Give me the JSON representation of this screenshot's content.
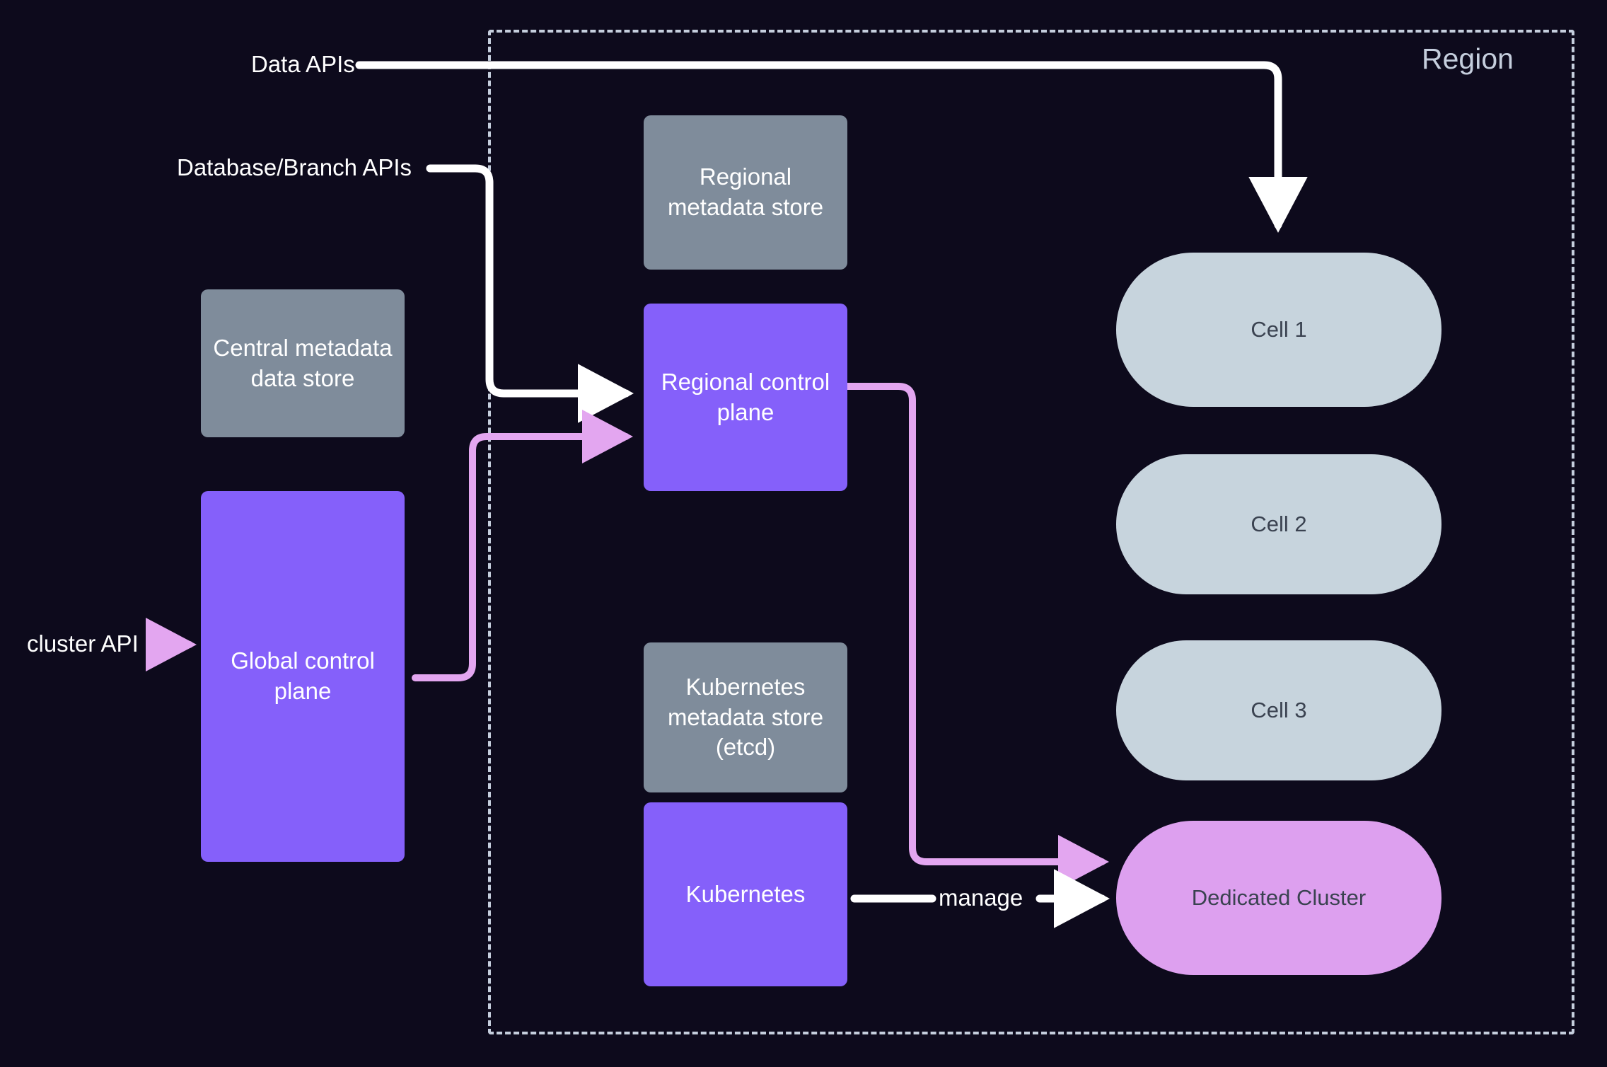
{
  "diagram": {
    "title_label": "Region",
    "background_color": "#0d0a1c",
    "colors": {
      "store_gray": "#7f8c9b",
      "control_purple": "#8560fa",
      "cell_pill": "#c7d4dd",
      "dedicated_pill": "#dda0ef",
      "edge_white": "#ffffff",
      "edge_pink": "#e3a6f0",
      "region_border": "#c5cedd"
    }
  },
  "nodes": {
    "central_metadata_data_store": "Central metadata data store",
    "global_control_plane": "Global control plane",
    "regional_metadata_store": "Regional metadata store",
    "regional_control_plane": "Regional control plane",
    "kubernetes_metadata_store": "Kubernetes metadata store (etcd)",
    "kubernetes": "Kubernetes",
    "cell_1": "Cell 1",
    "cell_2": "Cell 2",
    "cell_3": "Cell 3",
    "dedicated_cluster": "Dedicated Cluster"
  },
  "edge_labels": {
    "data_apis": "Data APIs",
    "database_branch_apis": "Database/Branch APIs",
    "cluster_api": "cluster API",
    "manage": "manage"
  }
}
